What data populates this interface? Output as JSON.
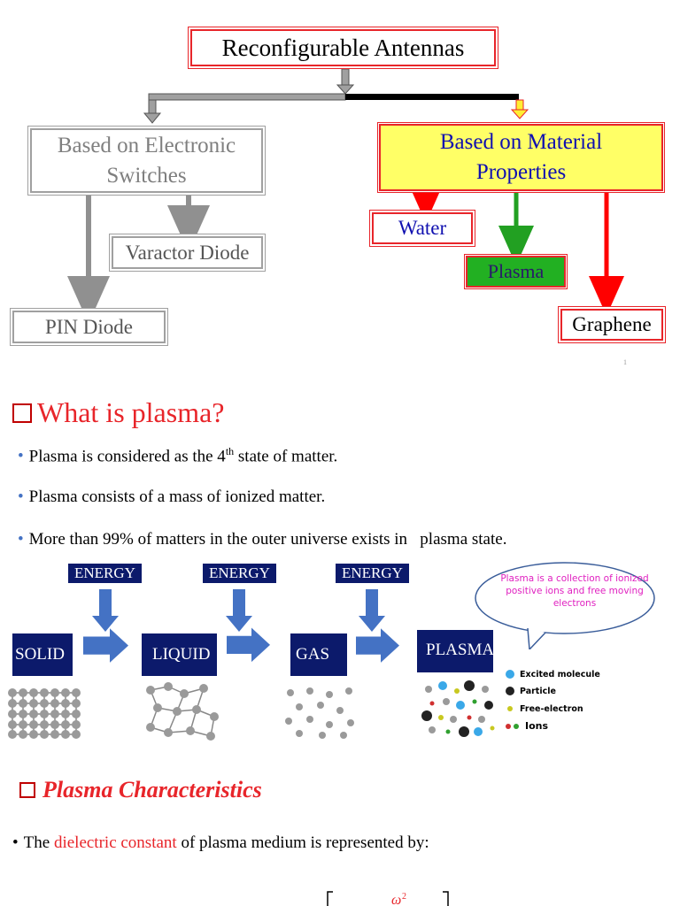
{
  "diagram": {
    "root": "Reconfigurable Antennas",
    "left": {
      "title_line1": "Based on Electronic",
      "title_line2": "Switches",
      "varactor": "Varactor Diode",
      "pin": "PIN Diode"
    },
    "right": {
      "title_line1": "Based on Material",
      "title_line2": "Properties",
      "water": "Water",
      "plasma": "Plasma",
      "graphene": "Graphene"
    },
    "page_number": "1"
  },
  "section1": {
    "heading": "What is plasma?",
    "bullet1_pre": "Plasma is considered as the 4",
    "bullet1_sup": "th",
    "bullet1_post": " state of matter.",
    "bullet2": "Plasma consists of a mass of ionized matter.",
    "bullet3": "More than 99% of matters in the outer universe exists in   plasma state."
  },
  "states": {
    "energy": "ENERGY",
    "solid": "SOLID",
    "liquid": "LIQUID",
    "gas": "GAS",
    "plasma": "PLASMA",
    "callout": "Plasma is a collection of ionized positive ions and free moving electrons",
    "legend": [
      "Excited molecule",
      "Particle",
      "Free-electron",
      "Ions"
    ]
  },
  "section2": {
    "heading": "Plasma Characteristics",
    "bullet_pre": "The ",
    "bullet_highlight": "dielectric constant",
    "bullet_post": " of plasma medium is represented by:"
  },
  "colors": {
    "red": "#e8252a",
    "navy": "#0c1a6b",
    "yellow": "#ffff66",
    "green": "#22a022",
    "blue": "#4472c4"
  }
}
